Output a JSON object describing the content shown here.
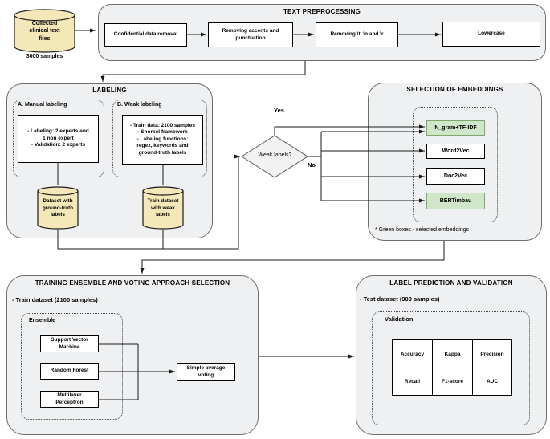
{
  "colors": {
    "panel_fill": "#EFF0F2",
    "selected_fill": "#CFE6C8",
    "selected_border": "#7CA96B",
    "cylinder_fill": "#F5E8B8",
    "diamond_fill": "#F2F2F2"
  },
  "source": {
    "cylinder_label": "Collected\nclinical text\nfiles",
    "samples": "3000 samples"
  },
  "preprocessing": {
    "title": "TEXT PREPROCESSING",
    "steps": [
      "Confidential data removal",
      "Removing accents and\npunctuation",
      "Removing \\t, \\n and \\r",
      "Lowercase"
    ]
  },
  "labeling": {
    "title": "LABELING",
    "manual": {
      "label": "A. Manual labeling",
      "details": "- Labeling: 2 experts and\n1 non expert\n- Validation: 2 experts",
      "output": "Dataset with\nground-truth\nlabels"
    },
    "weak": {
      "label": "B. Weak labeling",
      "details": "- Train data: 2100 samples\n- Snorkel framework\n- Labeling functions:\nregex, keywords and\nground-truth labels",
      "output": "Train dataset\nwith weak\nlabels"
    }
  },
  "decision": {
    "question": "Weak labels?",
    "yes_label": "Yes",
    "no_label": "No"
  },
  "embeddings": {
    "title": "SELECTION OF EMBEDDINGS",
    "options": [
      {
        "label": "N_gram+TF-IDF",
        "selected": true
      },
      {
        "label": "Word2Vec",
        "selected": false
      },
      {
        "label": "Doc2Vec",
        "selected": false
      },
      {
        "label": "BERTimbau",
        "selected": true
      }
    ],
    "note": "* Green boxes - selected embeddings"
  },
  "training": {
    "title": "TRAINING ENSEMBLE AND VOTING APPROACH SELECTION",
    "dataset": "- Train dataset (2100 samples)",
    "ensemble_label": "Ensemble",
    "models": [
      "Support Vector\nMachine",
      "Random Forest",
      "Multilayer\nPerceptron"
    ],
    "voting": "Simple average\nvoting"
  },
  "validation": {
    "title": "LABEL PREDICTION AND VALIDATION",
    "dataset": "- Test dataset (900 samples)",
    "label": "Validation",
    "metrics": [
      [
        "Accuracy",
        "Kappa",
        "Precision"
      ],
      [
        "Recall",
        "F1-score",
        "AUC"
      ]
    ]
  }
}
